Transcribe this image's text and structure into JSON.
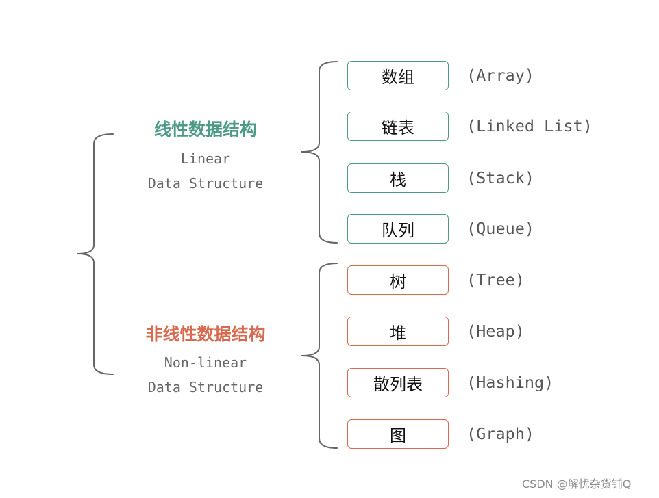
{
  "groups": {
    "linear": {
      "title": "线性数据结构",
      "english_line1": "Linear",
      "english_line2": "Data Structure",
      "color": "#4e9a89",
      "items": [
        {
          "name": "数组",
          "english": "(Array)"
        },
        {
          "name": "链表",
          "english": "(Linked List)"
        },
        {
          "name": "栈",
          "english": "(Stack)"
        },
        {
          "name": "队列",
          "english": "(Queue)"
        }
      ]
    },
    "nonlinear": {
      "title": "非线性数据结构",
      "english_line1": "Non-linear",
      "english_line2": "Data Structure",
      "color": "#d76a4f",
      "items": [
        {
          "name": "树",
          "english": "(Tree)"
        },
        {
          "name": "堆",
          "english": "(Heap)"
        },
        {
          "name": "散列表",
          "english": "(Hashing)"
        },
        {
          "name": "图",
          "english": "(Graph)"
        }
      ]
    }
  },
  "brace_color": "#666666",
  "text_color": "#555555",
  "watermark": "CSDN @解忧杂货铺Q"
}
